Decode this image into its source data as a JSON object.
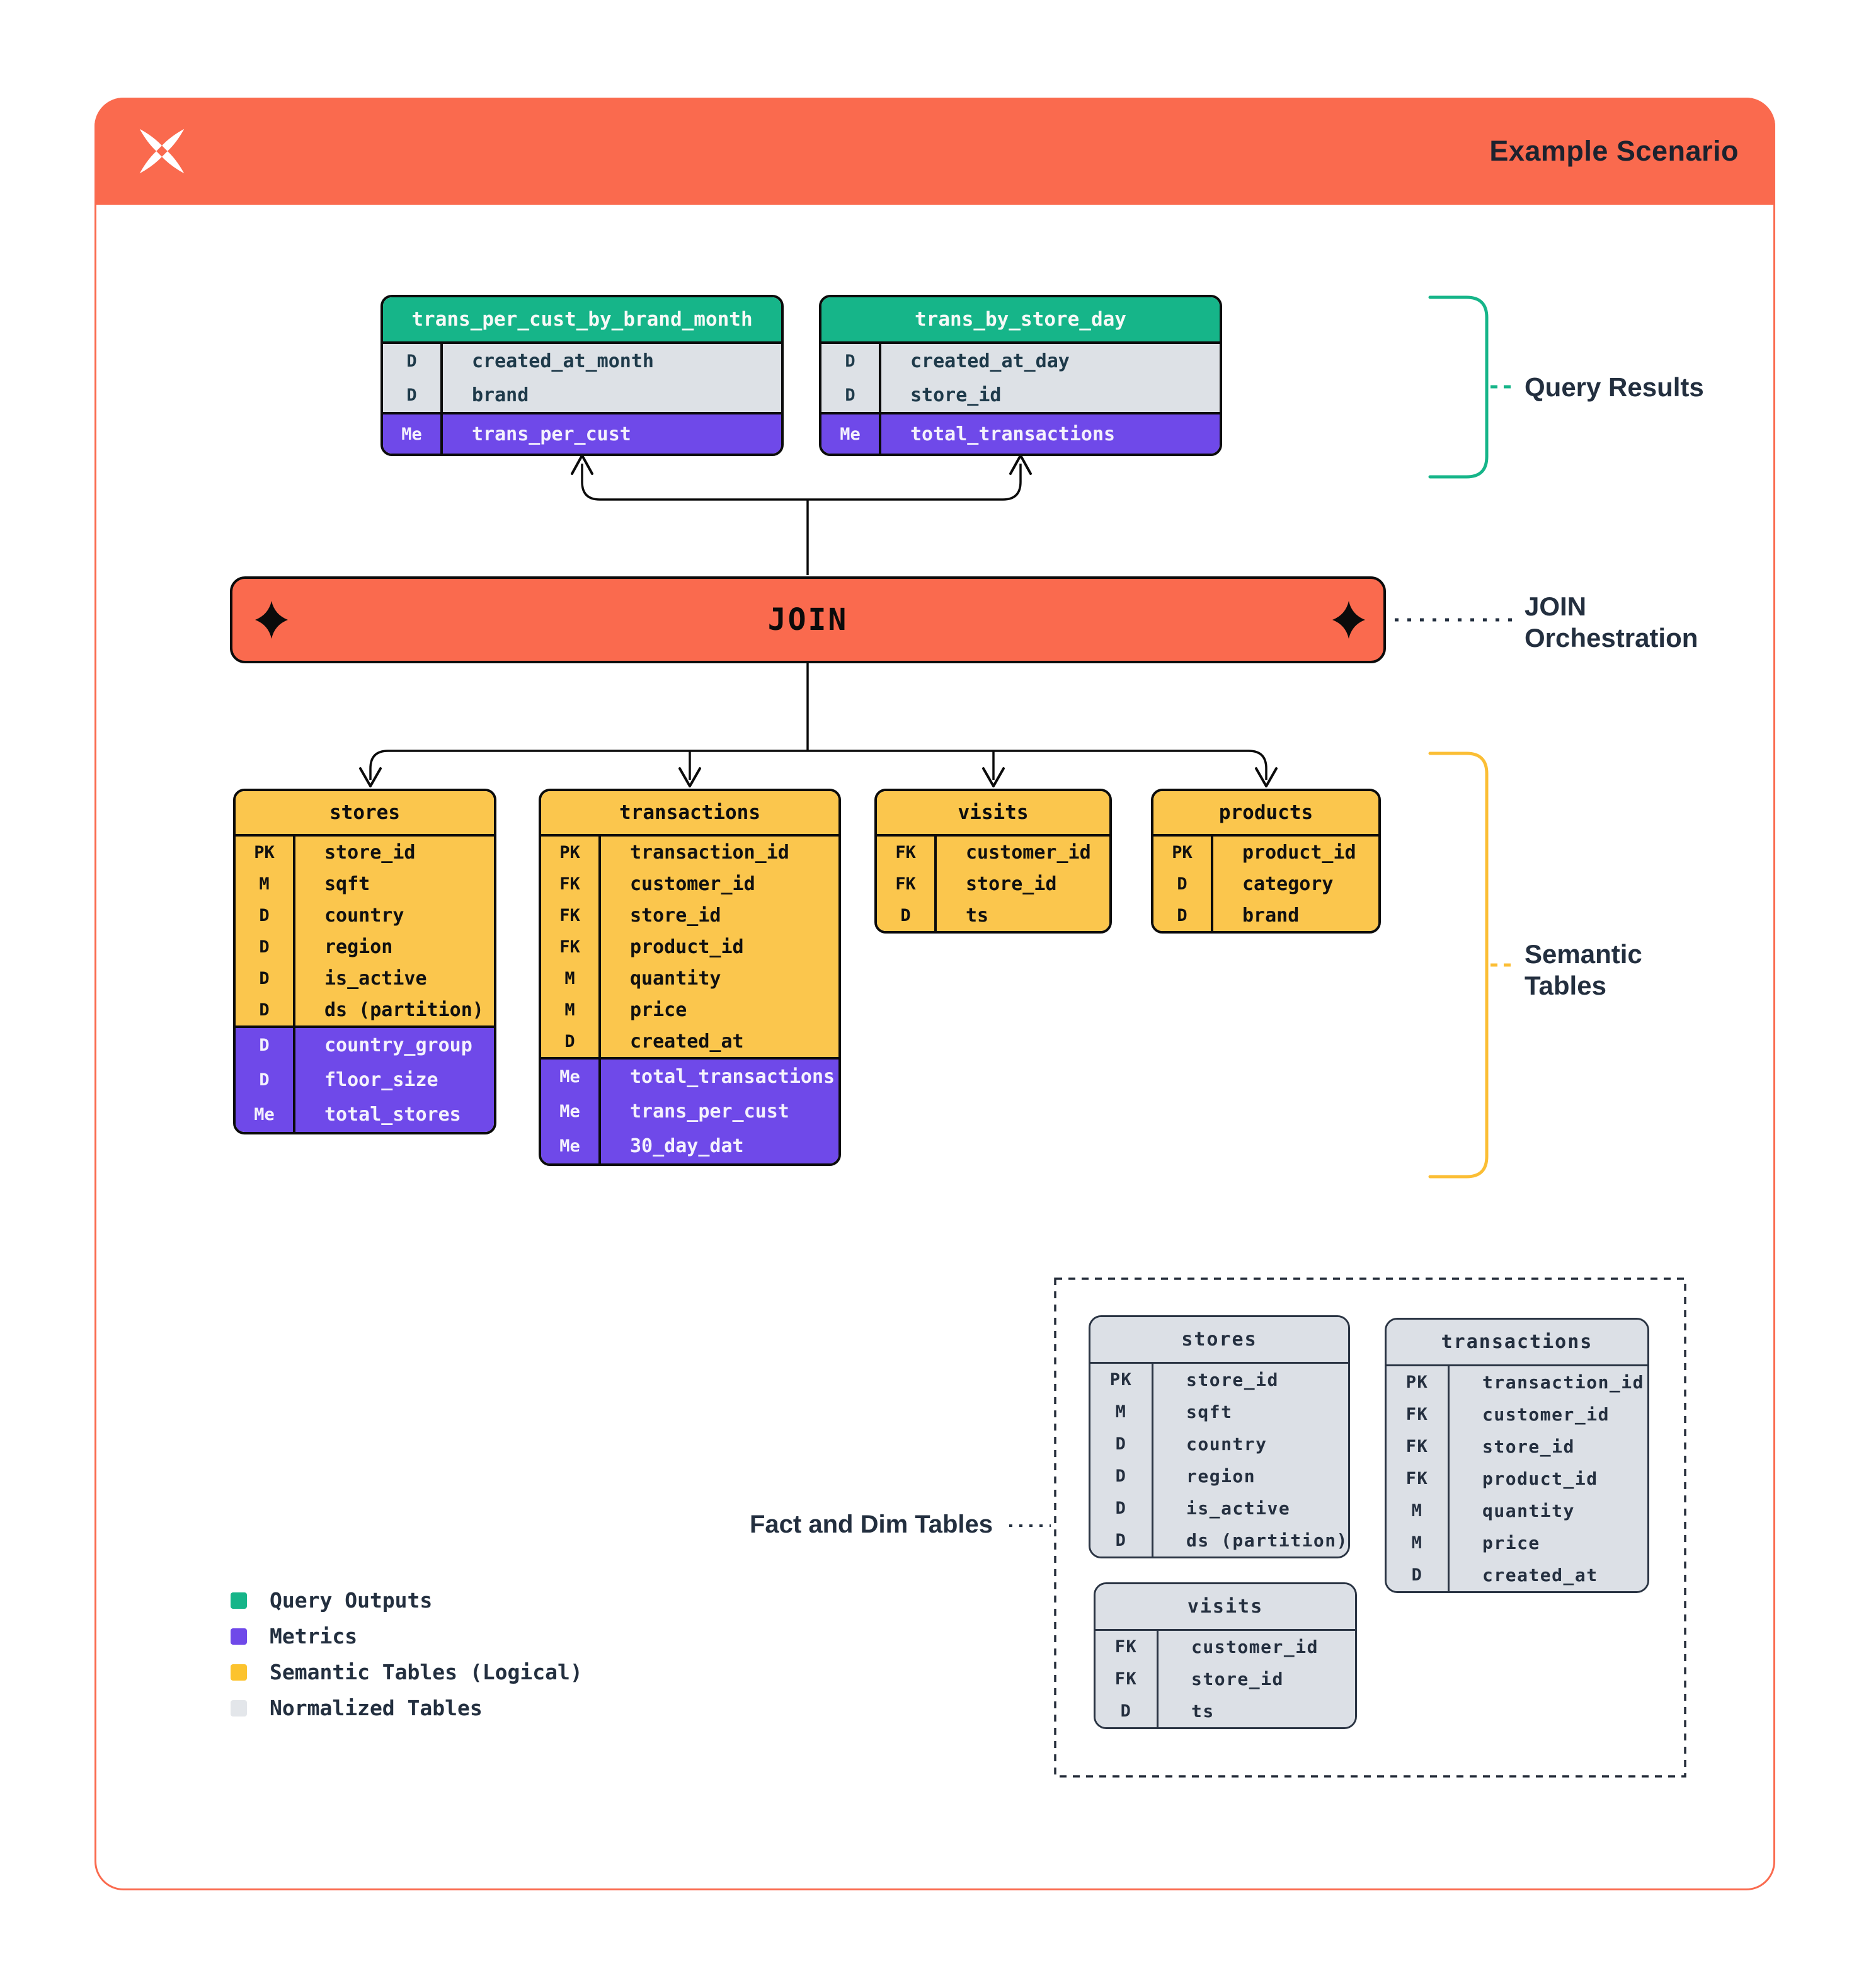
{
  "header": {
    "title": "Example Scenario",
    "logo": "pinwheel-x-logo"
  },
  "join": {
    "label": "JOIN"
  },
  "labels": {
    "query_results": "Query Results",
    "join_orchestration_line1": "JOIN",
    "join_orchestration_line2": "Orchestration",
    "semantic_line1": "Semantic",
    "semantic_line2": "Tables",
    "fact_dim": "Fact and Dim Tables"
  },
  "palette": {
    "orange": "#FA6A4E",
    "green": "#16B589",
    "purple": "#6F49E9",
    "yellow": "#FBC64D",
    "gray_table": "#DCE0E6",
    "navy_text": "#232F3F",
    "black_border": "#0B0B0B"
  },
  "query_tables": [
    {
      "name": "trans_per_cust_by_brand_month",
      "columns": [
        {
          "key": "D",
          "field": "created_at_month"
        },
        {
          "key": "D",
          "field": "brand"
        }
      ],
      "metrics": [
        {
          "key": "Me",
          "field": "trans_per_cust"
        }
      ]
    },
    {
      "name": "trans_by_store_day",
      "columns": [
        {
          "key": "D",
          "field": "created_at_day"
        },
        {
          "key": "D",
          "field": "store_id"
        }
      ],
      "metrics": [
        {
          "key": "Me",
          "field": "total_transactions"
        }
      ]
    }
  ],
  "semantic_tables": [
    {
      "name": "stores",
      "columns": [
        {
          "key": "PK",
          "field": "store_id"
        },
        {
          "key": "M",
          "field": "sqft"
        },
        {
          "key": "D",
          "field": "country"
        },
        {
          "key": "D",
          "field": "region"
        },
        {
          "key": "D",
          "field": "is_active"
        },
        {
          "key": "D",
          "field": "ds (partition)"
        }
      ],
      "metrics": [
        {
          "key": "D",
          "field": "country_group"
        },
        {
          "key": "D",
          "field": "floor_size"
        },
        {
          "key": "Me",
          "field": "total_stores"
        }
      ]
    },
    {
      "name": "transactions",
      "columns": [
        {
          "key": "PK",
          "field": "transaction_id"
        },
        {
          "key": "FK",
          "field": "customer_id"
        },
        {
          "key": "FK",
          "field": "store_id"
        },
        {
          "key": "FK",
          "field": "product_id"
        },
        {
          "key": "M",
          "field": "quantity"
        },
        {
          "key": "M",
          "field": "price"
        },
        {
          "key": "D",
          "field": "created_at"
        }
      ],
      "metrics": [
        {
          "key": "Me",
          "field": "total_transactions"
        },
        {
          "key": "Me",
          "field": "trans_per_cust"
        },
        {
          "key": "Me",
          "field": "30_day_dat"
        }
      ]
    },
    {
      "name": "visits",
      "columns": [
        {
          "key": "FK",
          "field": "customer_id"
        },
        {
          "key": "FK",
          "field": "store_id"
        },
        {
          "key": "D",
          "field": "ts"
        }
      ],
      "metrics": []
    },
    {
      "name": "products",
      "columns": [
        {
          "key": "PK",
          "field": "product_id"
        },
        {
          "key": "D",
          "field": "category"
        },
        {
          "key": "D",
          "field": "brand"
        }
      ],
      "metrics": []
    }
  ],
  "normalized_tables": [
    {
      "name": "stores",
      "columns": [
        {
          "key": "PK",
          "field": "store_id"
        },
        {
          "key": "M",
          "field": "sqft"
        },
        {
          "key": "D",
          "field": "country"
        },
        {
          "key": "D",
          "field": "region"
        },
        {
          "key": "D",
          "field": "is_active"
        },
        {
          "key": "D",
          "field": "ds (partition)"
        }
      ]
    },
    {
      "name": "transactions",
      "columns": [
        {
          "key": "PK",
          "field": "transaction_id"
        },
        {
          "key": "FK",
          "field": "customer_id"
        },
        {
          "key": "FK",
          "field": "store_id"
        },
        {
          "key": "FK",
          "field": "product_id"
        },
        {
          "key": "M",
          "field": "quantity"
        },
        {
          "key": "M",
          "field": "price"
        },
        {
          "key": "D",
          "field": "created_at"
        }
      ]
    },
    {
      "name": "visits",
      "columns": [
        {
          "key": "FK",
          "field": "customer_id"
        },
        {
          "key": "FK",
          "field": "store_id"
        },
        {
          "key": "D",
          "field": "ts"
        }
      ]
    }
  ],
  "legend": {
    "items": [
      {
        "color": "#16B589",
        "label": "Query Outputs"
      },
      {
        "color": "#6F49E9",
        "label": "Metrics"
      },
      {
        "color": "#FCC32E",
        "label": "Semantic Tables (Logical)"
      },
      {
        "color": "#E3E6EA",
        "label": "Normalized Tables"
      }
    ]
  }
}
